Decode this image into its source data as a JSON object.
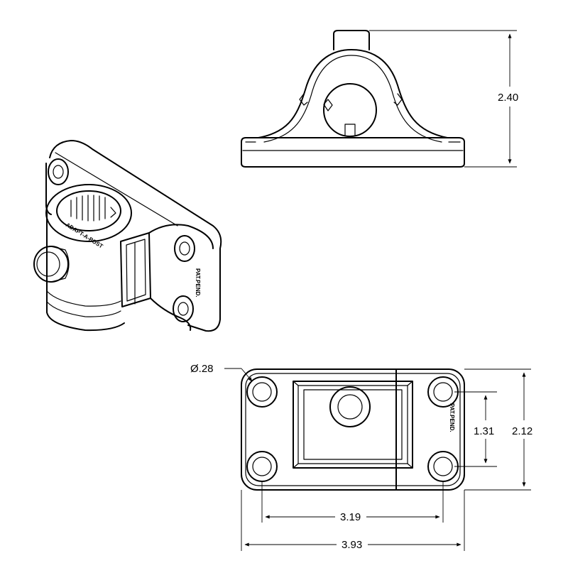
{
  "dimensions": {
    "height_side": "2.40",
    "hole_diameter": "Ø.28",
    "hole_spacing_vertical": "1.31",
    "overall_height": "2.12",
    "hole_spacing_horizontal": "3.19",
    "overall_width": "3.93"
  },
  "markings": {
    "patent": "PAT.PEND.",
    "brand_ring": "ADAPT-A-POST"
  }
}
